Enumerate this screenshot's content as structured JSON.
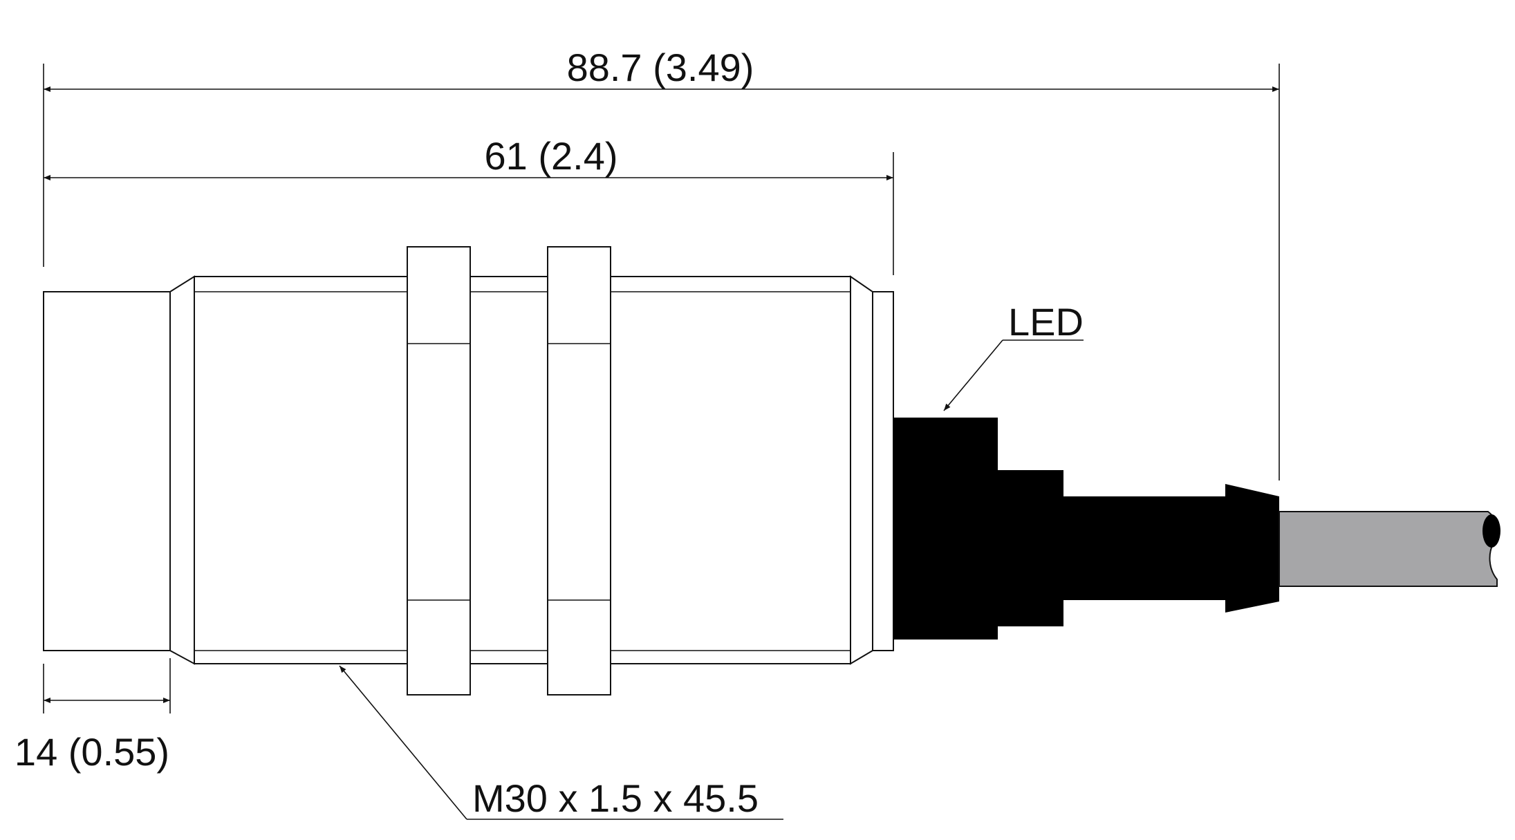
{
  "dimensions": {
    "overall_length": "88.7 (3.49)",
    "body_length": "61 (2.4)",
    "sensing_face_length": "14 (0.55)"
  },
  "callouts": {
    "led": "LED",
    "thread_spec": "M30 x 1.5 x 45.5"
  },
  "colors": {
    "line": "#111111",
    "connector_fill": "#000000",
    "cable_fill": "#a6a6a8",
    "background": "#ffffff"
  }
}
